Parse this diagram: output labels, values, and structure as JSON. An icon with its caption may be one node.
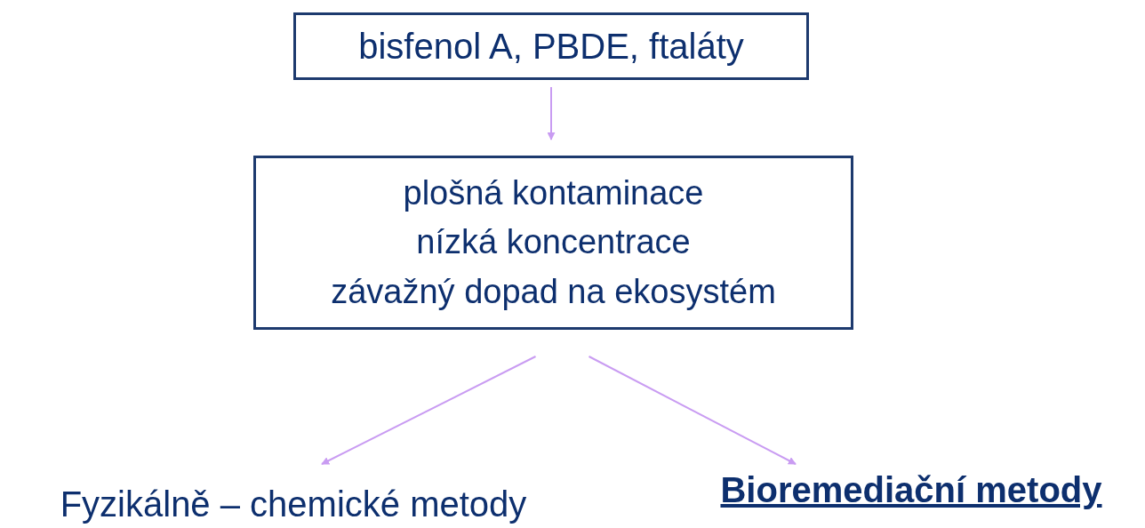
{
  "diagram": {
    "nodes": [
      {
        "text": [
          "bisfenol A, PBDE, ftaláty"
        ]
      },
      {
        "text": [
          "plošná kontaminace",
          "nízká koncentrace",
          "závažný dopad na ekosystém"
        ]
      },
      {
        "text": [
          "Fyzikálně – chemické metody"
        ]
      },
      {
        "text": [
          "Bioremediační metody"
        ]
      }
    ],
    "edges": [
      {
        "from": 0,
        "to": 1,
        "arrow": "to"
      },
      {
        "from": 1,
        "to": 2,
        "arrow": "to"
      },
      {
        "from": 1,
        "to": 3,
        "arrow": "to"
      }
    ]
  }
}
